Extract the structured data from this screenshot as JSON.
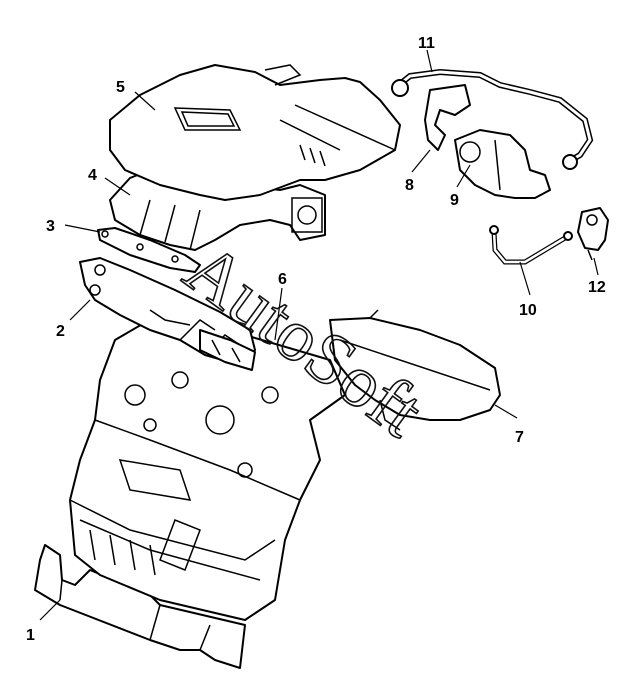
{
  "callouts": [
    "1",
    "2",
    "3",
    "4",
    "5",
    "6",
    "7",
    "8",
    "9",
    "10",
    "11",
    "12"
  ],
  "watermark": "AutoSoft"
}
